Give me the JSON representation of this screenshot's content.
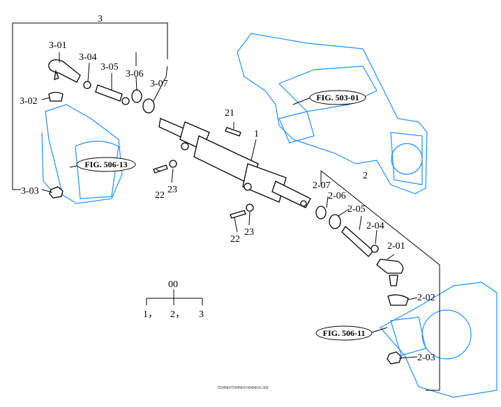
{
  "labels": {
    "g3": "3",
    "l301": "3-01",
    "l302": "3-02",
    "l303": "3-03",
    "l304": "3-04",
    "l305": "3-05",
    "l306": "3-06",
    "l307": "3-07",
    "g2": "2",
    "l201": "2-01",
    "l202": "2-02",
    "l203": "2-03",
    "l204": "2-04",
    "l205": "2-05",
    "l206": "2-06",
    "l207": "2-07",
    "l1": "1",
    "l21": "21",
    "l22a": "22",
    "l23a": "23",
    "l22b": "22",
    "l23b": "23",
    "tree_top": "00",
    "tree_1": "1，",
    "tree_2": "2，",
    "tree_3": "3"
  },
  "figrefs": {
    "fig503": "FIG. 503-01",
    "fig506_13": "FIG. 506-13",
    "fig506_11": "FIG. 506-11"
  },
  "footer": "T504NH/T554NH/T454NH-E-309",
  "colors": {
    "housing": "#1e90ff",
    "parts": "#000000"
  }
}
